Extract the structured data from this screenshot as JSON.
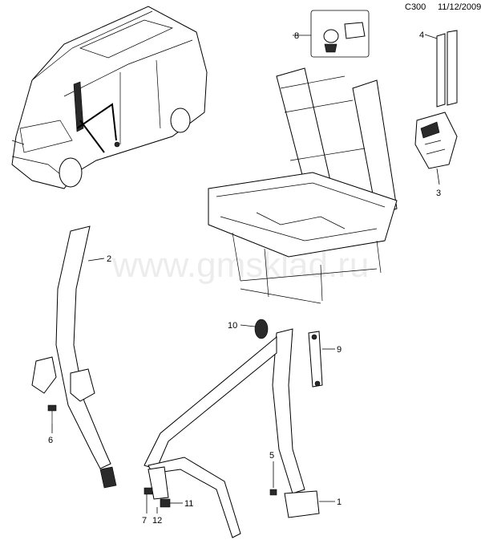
{
  "header": {
    "code": "C300",
    "date": "11/12/2009"
  },
  "watermark": "www.gmsklad.ru",
  "callouts": [
    "1",
    "2",
    "3",
    "4",
    "5",
    "6",
    "7",
    "8",
    "9",
    "10",
    "11",
    "12"
  ]
}
